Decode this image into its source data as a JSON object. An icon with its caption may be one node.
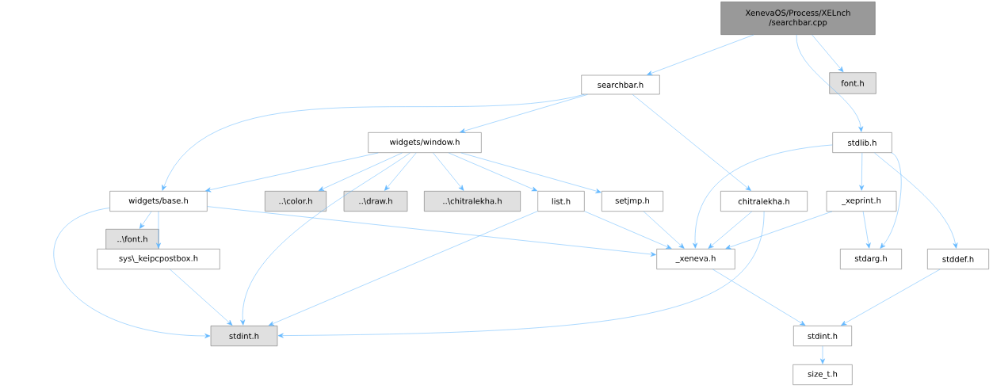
{
  "diagram": {
    "nodes": [
      {
        "text": [
          "XenevaOS/Process/XELnch /searchbar.cpp"
        ]
      },
      {
        "text": [
          "searchbar.h"
        ]
      },
      {
        "text": [
          "font.h"
        ]
      },
      {
        "text": [
          "widgets/window.h"
        ]
      },
      {
        "text": [
          "stdlib.h"
        ]
      },
      {
        "text": [
          "widgets/base.h"
        ]
      },
      {
        "text": [
          "..\\color.h"
        ]
      },
      {
        "text": [
          "..\\draw.h"
        ]
      },
      {
        "text": [
          "..\\chitralekha.h"
        ]
      },
      {
        "text": [
          "list.h"
        ]
      },
      {
        "text": [
          "setjmp.h"
        ]
      },
      {
        "text": [
          "chitralekha.h"
        ]
      },
      {
        "text": [
          "_xeprint.h"
        ]
      },
      {
        "text": [
          "..\\font.h"
        ]
      },
      {
        "text": [
          "sys\\_keipcpostbox.h"
        ]
      },
      {
        "text": [
          "_xeneva.h"
        ]
      },
      {
        "text": [
          "stdarg.h"
        ]
      },
      {
        "text": [
          "stddef.h"
        ]
      },
      {
        "text": [
          "stdint.h"
        ]
      },
      {
        "text": [
          "stdint.h"
        ]
      },
      {
        "text": [
          "size_t.h"
        ]
      }
    ],
    "edges": [
      {
        "from": 0,
        "to": 1,
        "arrow": "to"
      },
      {
        "from": 0,
        "to": 2,
        "arrow": "to"
      },
      {
        "from": 0,
        "to": 4,
        "arrow": "to"
      },
      {
        "from": 1,
        "to": 5,
        "arrow": "to"
      },
      {
        "from": 1,
        "to": 3,
        "arrow": "to"
      },
      {
        "from": 1,
        "to": 11,
        "arrow": "to"
      },
      {
        "from": 3,
        "to": 5,
        "arrow": "to"
      },
      {
        "from": 3,
        "to": 18,
        "arrow": "to"
      },
      {
        "from": 3,
        "to": 6,
        "arrow": "to"
      },
      {
        "from": 3,
        "to": 7,
        "arrow": "to"
      },
      {
        "from": 3,
        "to": 8,
        "arrow": "to"
      },
      {
        "from": 3,
        "to": 9,
        "arrow": "to"
      },
      {
        "from": 3,
        "to": 10,
        "arrow": "to"
      },
      {
        "from": 4,
        "to": 15,
        "arrow": "to"
      },
      {
        "from": 4,
        "to": 12,
        "arrow": "to"
      },
      {
        "from": 4,
        "to": 16,
        "arrow": "to"
      },
      {
        "from": 4,
        "to": 17,
        "arrow": "to"
      },
      {
        "from": 5,
        "to": 18,
        "arrow": "to"
      },
      {
        "from": 5,
        "to": 13,
        "arrow": "to"
      },
      {
        "from": 5,
        "to": 14,
        "arrow": "to"
      },
      {
        "from": 5,
        "to": 15,
        "arrow": "to"
      },
      {
        "from": 9,
        "to": 15,
        "arrow": "to"
      },
      {
        "from": 9,
        "to": 18,
        "arrow": "to"
      },
      {
        "from": 10,
        "to": 15,
        "arrow": "to"
      },
      {
        "from": 11,
        "to": 15,
        "arrow": "to"
      },
      {
        "from": 11,
        "to": 18,
        "arrow": "to"
      },
      {
        "from": 12,
        "to": 15,
        "arrow": "to"
      },
      {
        "from": 12,
        "to": 16,
        "arrow": "to"
      },
      {
        "from": 14,
        "to": 18,
        "arrow": "to"
      },
      {
        "from": 15,
        "to": 19,
        "arrow": "to"
      },
      {
        "from": 17,
        "to": 19,
        "arrow": "to"
      },
      {
        "from": 19,
        "to": 20,
        "arrow": "to"
      }
    ]
  }
}
